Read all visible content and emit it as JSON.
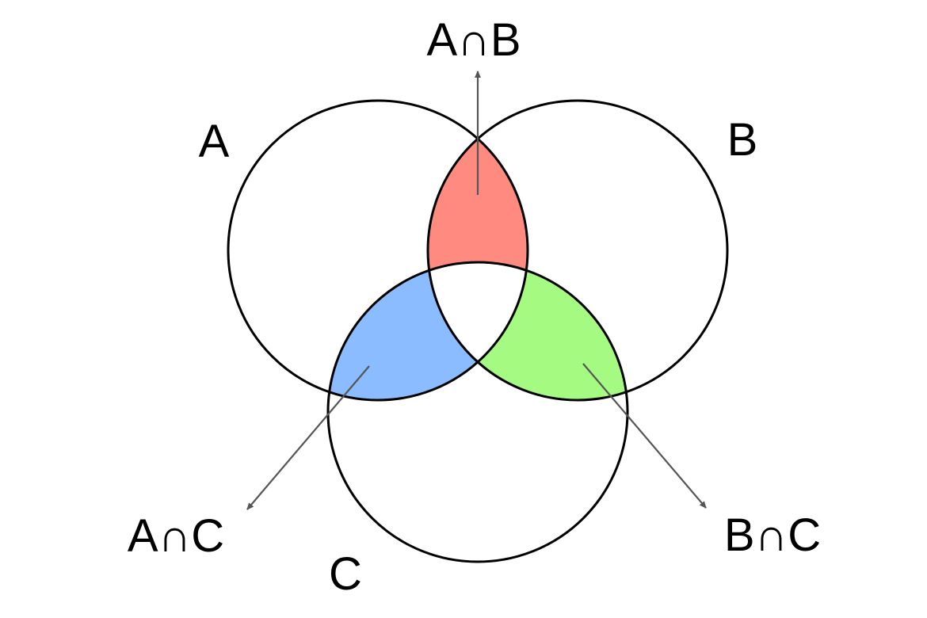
{
  "sets": {
    "a": {
      "label": "A"
    },
    "b": {
      "label": "B"
    },
    "c": {
      "label": "C"
    }
  },
  "intersections": {
    "a_and_b": {
      "label": "A∩B",
      "color": "#ff8a80"
    },
    "a_and_c": {
      "label": "A∩C",
      "color": "#8bbcff"
    },
    "b_and_c": {
      "label": "B∩C",
      "color": "#a5fa82"
    }
  },
  "colors": {
    "outline": "#000000",
    "pointer": "#555555",
    "background": "#ffffff"
  }
}
